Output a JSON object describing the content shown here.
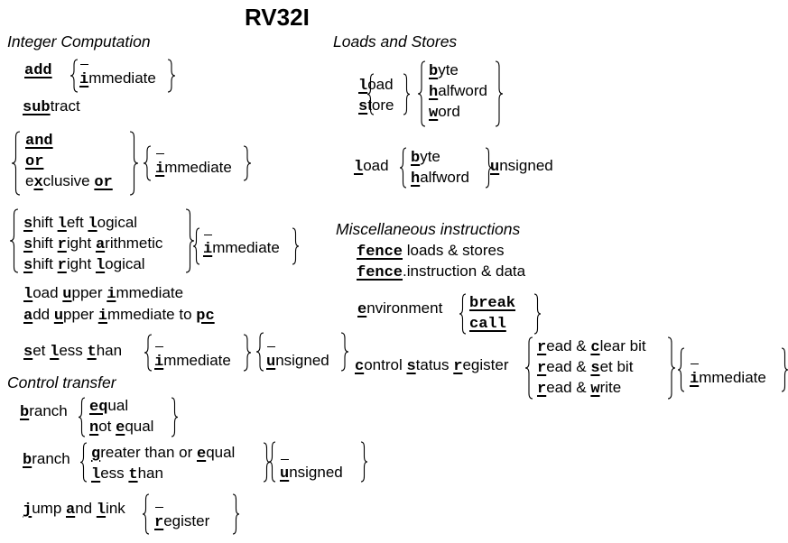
{
  "title": "RV32I",
  "sections": {
    "integer": "Integer Computation",
    "loads": "Loads and Stores",
    "misc": "Miscellaneous instructions",
    "control": "Control transfer"
  },
  "lines": {
    "add": [
      {
        "t": "add",
        "m": true
      }
    ],
    "add_imm": [
      {
        "t": "i",
        "m": true
      },
      {
        "t": "mmediate"
      }
    ],
    "subtract": [
      {
        "t": "sub",
        "m": true
      },
      {
        "t": "tract"
      }
    ],
    "and": [
      {
        "t": "and",
        "m": true
      }
    ],
    "or": [
      {
        "t": "or",
        "m": true
      }
    ],
    "xor": [
      {
        "t": "e"
      },
      {
        "t": "x",
        "m": true
      },
      {
        "t": "clusive "
      },
      {
        "t": "or",
        "m": true
      }
    ],
    "logic_imm": [
      {
        "t": "i",
        "m": true
      },
      {
        "t": "mmediate"
      }
    ],
    "sll": [
      {
        "t": "s",
        "m": true
      },
      {
        "t": "hift "
      },
      {
        "t": "l",
        "m": true
      },
      {
        "t": "eft "
      },
      {
        "t": "l",
        "m": true
      },
      {
        "t": "ogical"
      }
    ],
    "sra": [
      {
        "t": "s",
        "m": true
      },
      {
        "t": "hift "
      },
      {
        "t": "r",
        "m": true
      },
      {
        "t": "ight "
      },
      {
        "t": "a",
        "m": true
      },
      {
        "t": "rithmetic"
      }
    ],
    "srl": [
      {
        "t": "s",
        "m": true
      },
      {
        "t": "hift "
      },
      {
        "t": "r",
        "m": true
      },
      {
        "t": "ight "
      },
      {
        "t": "l",
        "m": true
      },
      {
        "t": "ogical"
      }
    ],
    "shift_imm": [
      {
        "t": "i",
        "m": true
      },
      {
        "t": "mmediate"
      }
    ],
    "lui": [
      {
        "t": "l",
        "m": true
      },
      {
        "t": "oad "
      },
      {
        "t": "u",
        "m": true
      },
      {
        "t": "pper "
      },
      {
        "t": "i",
        "m": true
      },
      {
        "t": "mmediate"
      }
    ],
    "auipc": [
      {
        "t": "a",
        "m": true
      },
      {
        "t": "dd "
      },
      {
        "t": "u",
        "m": true
      },
      {
        "t": "pper "
      },
      {
        "t": "i",
        "m": true
      },
      {
        "t": "mmediate to "
      },
      {
        "t": "pc",
        "m": true
      }
    ],
    "slt": [
      {
        "t": "s",
        "m": true
      },
      {
        "t": "et "
      },
      {
        "t": "l",
        "m": true
      },
      {
        "t": "ess "
      },
      {
        "t": "t",
        "m": true
      },
      {
        "t": "han"
      }
    ],
    "slt_imm": [
      {
        "t": "i",
        "m": true
      },
      {
        "t": "mmediate"
      }
    ],
    "slt_unsigned": [
      {
        "t": "u",
        "m": true
      },
      {
        "t": "nsigned"
      }
    ],
    "load": [
      {
        "t": "l",
        "m": true
      },
      {
        "t": "oad"
      }
    ],
    "store": [
      {
        "t": "s",
        "m": true
      },
      {
        "t": "tore"
      }
    ],
    "byte": [
      {
        "t": "b",
        "m": true
      },
      {
        "t": "yte"
      }
    ],
    "halfword": [
      {
        "t": "h",
        "m": true
      },
      {
        "t": "alfword"
      }
    ],
    "word": [
      {
        "t": "w",
        "m": true
      },
      {
        "t": "ord"
      }
    ],
    "load2": [
      {
        "t": "l",
        "m": true
      },
      {
        "t": "oad"
      }
    ],
    "byte2": [
      {
        "t": "b",
        "m": true
      },
      {
        "t": "yte"
      }
    ],
    "halfword2": [
      {
        "t": "h",
        "m": true
      },
      {
        "t": "alfword"
      }
    ],
    "load_unsigned": [
      {
        "t": "u",
        "m": true
      },
      {
        "t": "nsigned"
      }
    ],
    "fence": [
      {
        "t": "fence",
        "m": true
      },
      {
        "t": " loads & stores"
      }
    ],
    "fence_i": [
      {
        "t": "fence",
        "m": true
      },
      {
        "t": ".i",
        "m": false
      },
      {
        "t": "nstruction & data"
      }
    ],
    "environment": [
      {
        "t": "e",
        "m": true
      },
      {
        "t": "nvironment"
      }
    ],
    "break": [
      {
        "t": "break",
        "m": true
      }
    ],
    "call": [
      {
        "t": "call",
        "m": true
      }
    ],
    "csr": [
      {
        "t": "c",
        "m": true
      },
      {
        "t": "ontrol "
      },
      {
        "t": "s",
        "m": true
      },
      {
        "t": "tatus "
      },
      {
        "t": "r",
        "m": true
      },
      {
        "t": "egister"
      }
    ],
    "csr_rc": [
      {
        "t": "r",
        "m": true
      },
      {
        "t": "ead & "
      },
      {
        "t": "c",
        "m": true
      },
      {
        "t": "lear bit"
      }
    ],
    "csr_rs": [
      {
        "t": "r",
        "m": true
      },
      {
        "t": "ead & "
      },
      {
        "t": "s",
        "m": true
      },
      {
        "t": "et bit"
      }
    ],
    "csr_rw": [
      {
        "t": "r",
        "m": true
      },
      {
        "t": "ead & "
      },
      {
        "t": "w",
        "m": true
      },
      {
        "t": "rite"
      }
    ],
    "csr_imm": [
      {
        "t": "i",
        "m": true
      },
      {
        "t": "mmediate"
      }
    ],
    "branch": [
      {
        "t": "b",
        "m": true
      },
      {
        "t": "ranch"
      }
    ],
    "equal": [
      {
        "t": "eq",
        "m": true
      },
      {
        "t": "ual"
      }
    ],
    "not_equal": [
      {
        "t": "n",
        "m": true
      },
      {
        "t": "ot "
      },
      {
        "t": "e",
        "m": true
      },
      {
        "t": "qual"
      }
    ],
    "branch2": [
      {
        "t": "b",
        "m": true
      },
      {
        "t": "ranch"
      }
    ],
    "ge": [
      {
        "t": "g",
        "m": true
      },
      {
        "t": "reater than or "
      },
      {
        "t": "e",
        "m": true
      },
      {
        "t": "qual"
      }
    ],
    "lt": [
      {
        "t": "l",
        "m": true
      },
      {
        "t": "ess "
      },
      {
        "t": "t",
        "m": true
      },
      {
        "t": "han"
      }
    ],
    "branch_unsigned": [
      {
        "t": "u",
        "m": true
      },
      {
        "t": "nsigned"
      }
    ],
    "jal": [
      {
        "t": "j",
        "m": true
      },
      {
        "t": "ump "
      },
      {
        "t": "a",
        "m": true
      },
      {
        "t": "nd "
      },
      {
        "t": "l",
        "m": true
      },
      {
        "t": "ink"
      }
    ],
    "jal_register": [
      {
        "t": "r",
        "m": true
      },
      {
        "t": "egister"
      }
    ]
  }
}
